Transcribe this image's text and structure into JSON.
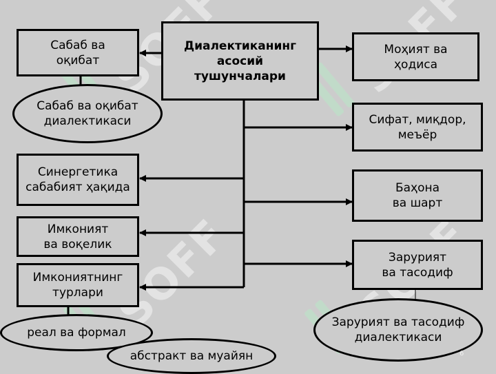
{
  "watermark": "SOFF",
  "center": {
    "title": "Диалектиканинг\nасосий\nтушунчалари"
  },
  "left_boxes": [
    "Сабаб ва\nоқибат",
    "Синергетика\nсабабият ҳақида",
    "Имконият\nва воқелик",
    "Имкониятнинг\nтурлари"
  ],
  "right_boxes": [
    "Моҳият ва\nҳодиса",
    "Сифат, миқдор,\nмеъёр",
    "Баҳона\nва шарт",
    "Зарурият\nва тасодиф"
  ],
  "ellipses": {
    "cause_dialectics": "Сабаб ва оқибат\nдиалектикаси",
    "real_formal": "реал ва формал",
    "abstract_concrete": "абстракт ва муайян",
    "necessity_dialectics": "Зарурият ва тасодиф\nдиалектикаси"
  },
  "page_number": "6"
}
